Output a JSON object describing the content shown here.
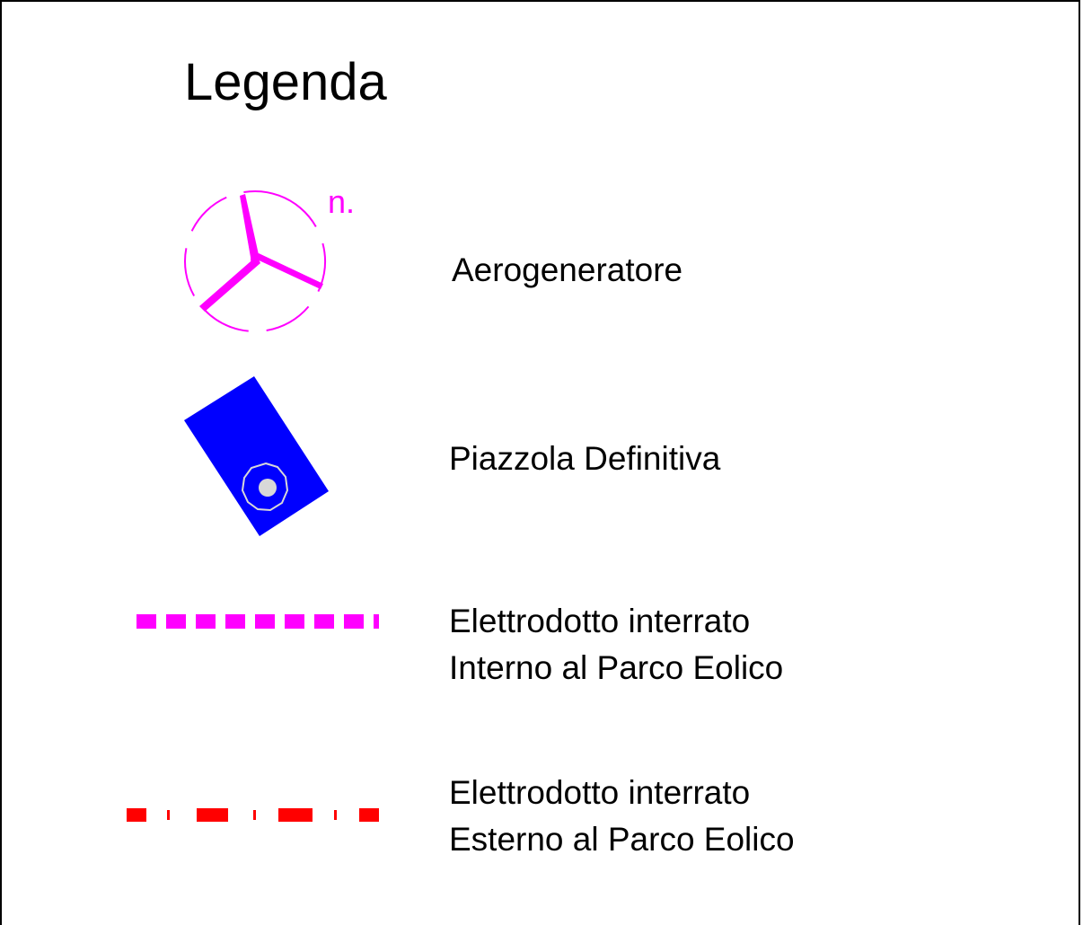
{
  "legend": {
    "title": "Legenda",
    "colors": {
      "turbine": "#ff00ff",
      "platform_fill": "#0000ff",
      "platform_detail": "#d8d8d8",
      "internal_line": "#ff00ff",
      "external_line": "#ff0000"
    },
    "items": [
      {
        "symbol": "wind-turbine-icon",
        "marker": "n.",
        "lines": [
          "Aerogeneratore"
        ]
      },
      {
        "symbol": "platform-icon",
        "lines": [
          "Piazzola Definitiva"
        ]
      },
      {
        "symbol": "dashed-line-icon",
        "lines": [
          "Elettrodotto interrato",
          "Interno al Parco Eolico"
        ]
      },
      {
        "symbol": "dash-dot-line-icon",
        "lines": [
          "Elettrodotto interrato",
          "Esterno al Parco Eolico"
        ]
      }
    ]
  }
}
